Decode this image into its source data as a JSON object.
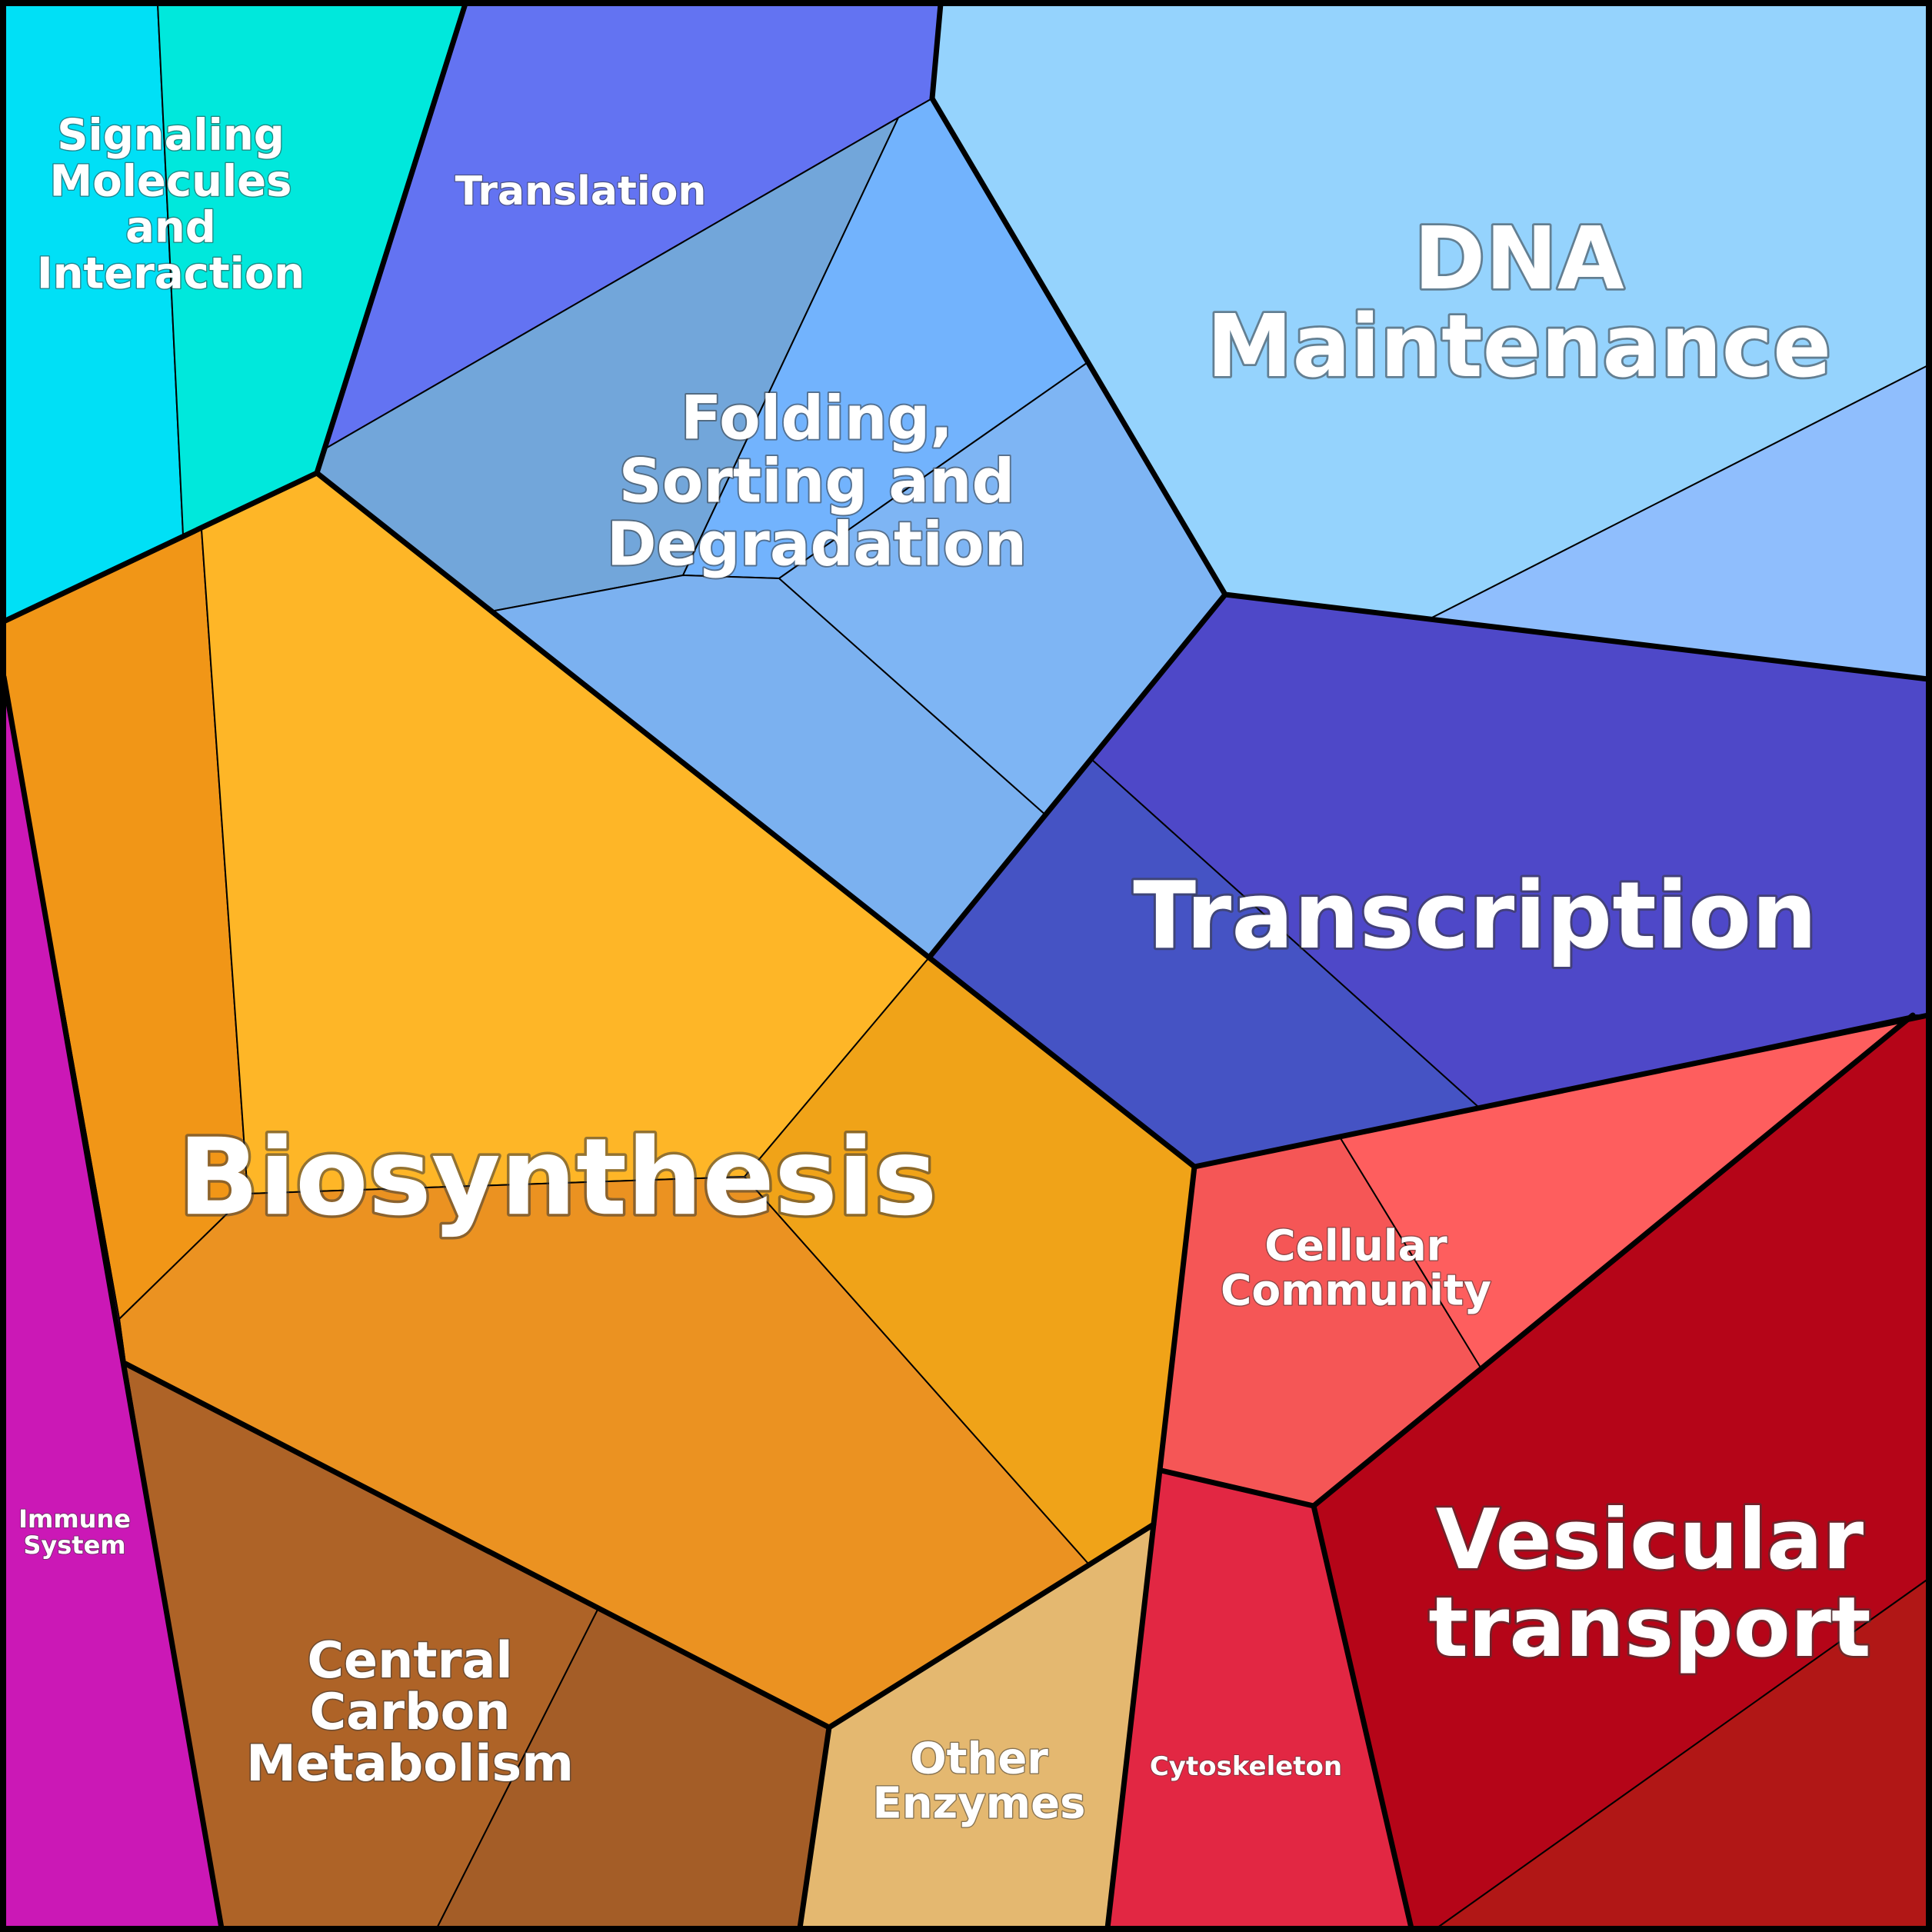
{
  "categories": [
    {
      "id": "signaling",
      "label_lines": [
        "Signaling",
        "Molecules",
        "and",
        "Interaction"
      ]
    },
    {
      "id": "translation",
      "label_lines": [
        "Translation"
      ]
    },
    {
      "id": "dna",
      "label_lines": [
        "DNA",
        "Maintenance"
      ]
    },
    {
      "id": "folding",
      "label_lines": [
        "Folding,",
        "Sorting and",
        "Degradation"
      ]
    },
    {
      "id": "transcription",
      "label_lines": [
        "Transcription"
      ]
    },
    {
      "id": "biosynthesis",
      "label_lines": [
        "Biosynthesis"
      ]
    },
    {
      "id": "cellular",
      "label_lines": [
        "Cellular",
        "Community"
      ]
    },
    {
      "id": "immune",
      "label_lines": [
        "Immune",
        "System"
      ]
    },
    {
      "id": "vesicular",
      "label_lines": [
        "Vesicular",
        "transport"
      ]
    },
    {
      "id": "carbon",
      "label_lines": [
        "Central",
        "Carbon",
        "Metabolism"
      ]
    },
    {
      "id": "enzymes",
      "label_lines": [
        "Other",
        "Enzymes"
      ]
    },
    {
      "id": "cytoskeleton",
      "label_lines": [
        "Cytoskeleton"
      ]
    }
  ],
  "colors": {
    "signaling_a": "#00e0f6",
    "signaling_b": "#00e8dc",
    "translation": "#6373f2",
    "dna_a": "#95d3fd",
    "dna_b": "#8fbefd",
    "folding_a": "#72a6da",
    "folding_b": "#72b3fd",
    "folding_c": "#7bb1f0",
    "folding_d": "#7eb5f4",
    "transcription_a": "#4e48c8",
    "transcription_b": "#4553c4",
    "biosynthesis_a": "#f19617",
    "biosynthesis_b": "#feb627",
    "biosynthesis_c": "#eb9221",
    "biosynthesis_d": "#f0a318",
    "immune": "#cb18b6",
    "carbon_a": "#ae6327",
    "carbon_b": "#a45d27",
    "enzymes": "#e4b870",
    "cellular_a": "#f55656",
    "cellular_b": "#fe5e5e",
    "cytoskeleton": "#e22743",
    "vesicular_a": "#b50518",
    "vesicular_b": "#b11716",
    "border": "#000000"
  }
}
